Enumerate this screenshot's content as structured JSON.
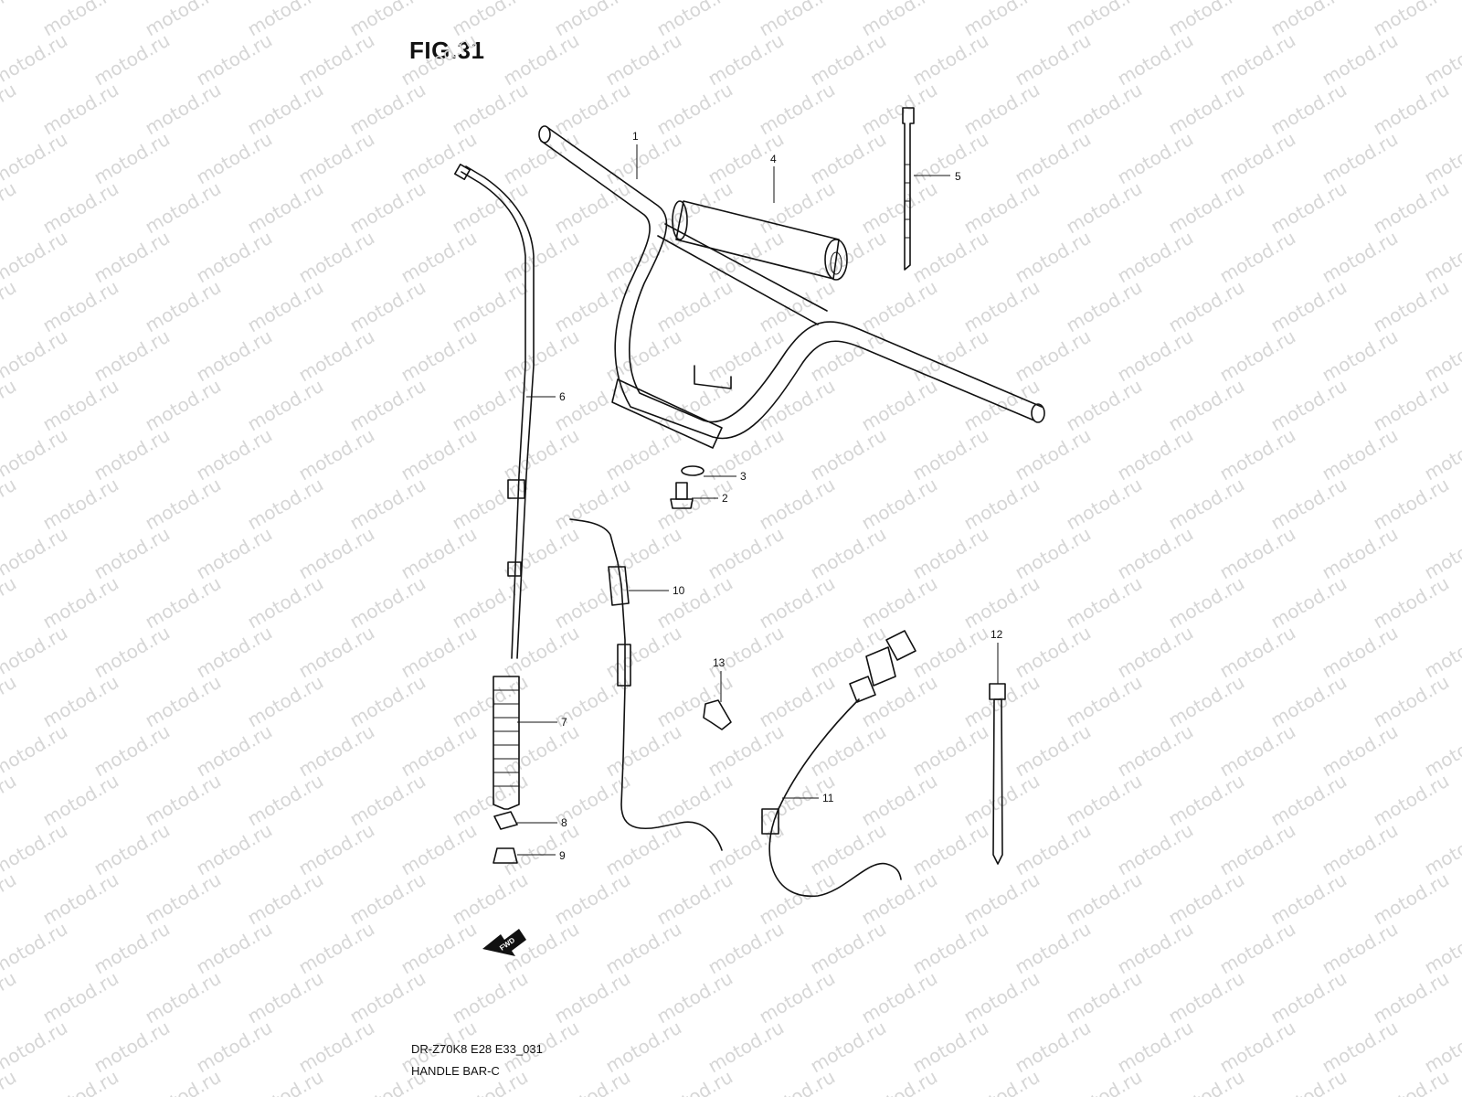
{
  "figure": {
    "title": "FIG.31",
    "code": "DR-Z70K8 E28 E33_031",
    "name": "HANDLE BAR-C"
  },
  "watermark": "motod.ru",
  "fwd_label": "FWD",
  "callouts": [
    "1",
    "2",
    "3",
    "4",
    "5",
    "6",
    "7",
    "8",
    "9",
    "10",
    "11",
    "12",
    "13"
  ]
}
